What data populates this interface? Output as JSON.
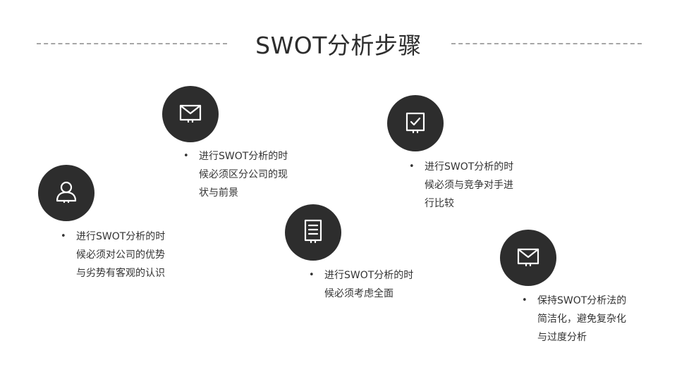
{
  "title": "SWOT分析步骤",
  "colors": {
    "circle": "#2d2d2d",
    "icon": "#ffffff",
    "dash": "#a6a6a6",
    "text": "#333333"
  },
  "steps": [
    {
      "icon": "user-icon",
      "bullet": "•",
      "text": "进行SWOT分析的时\n候必须对公司的优势\n与劣势有客观的认识"
    },
    {
      "icon": "mail-icon",
      "bullet": "•",
      "text": "进行SWOT分析的时\n候必须区分公司的现\n状与前景"
    },
    {
      "icon": "document-icon",
      "bullet": "•",
      "text": "进行SWOT分析的时\n候必须考虑全面"
    },
    {
      "icon": "checkbox-icon",
      "bullet": "•",
      "text": "进行SWOT分析的时\n候必须与竞争对手进\n行比较"
    },
    {
      "icon": "mail-icon",
      "bullet": "•",
      "text": "保持SWOT分析法的\n简洁化，避免复杂化\n与过度分析"
    }
  ]
}
